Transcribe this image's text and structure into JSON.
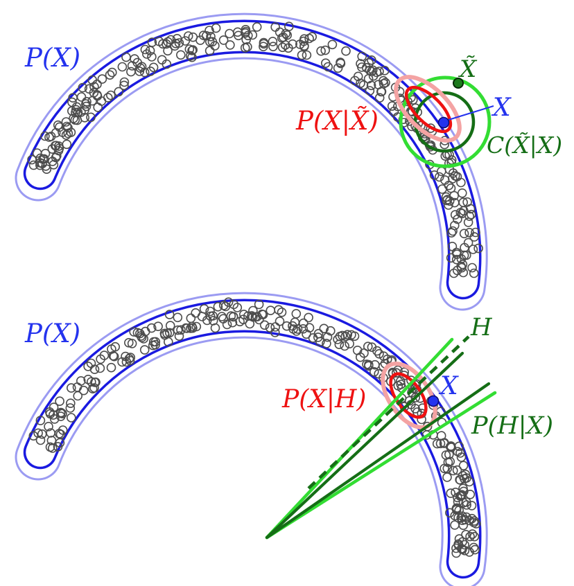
{
  "figure": {
    "description": "Two-panel illustration of prior distribution P(X) (banana-shaped point cloud with density contours), with noisy-observation posterior (top) and linear-measurement posterior (bottom)",
    "background": "#ffffff"
  },
  "colors": {
    "blue_dark": "#1a1ae0",
    "blue_light": "#9b9bf2",
    "blue_label": "#2433ee",
    "red": "#ee1111",
    "pink": "#f4a3a3",
    "green_bright": "#33dd33",
    "green_dark": "#156e16",
    "scatter_stroke": "#4d4d4d"
  },
  "top_panel": {
    "labels": {
      "prior": "P(X)",
      "posterior": "P(X|X̃)",
      "noisy_point": "X̃",
      "clean_point": "X",
      "noise_distribution": "C(X̃|X)"
    }
  },
  "bottom_panel": {
    "labels": {
      "prior": "P(X)",
      "posterior": "P(X|H)",
      "hyperplane": "H",
      "clean_point": "X",
      "likelihood": "P(H|X)"
    }
  },
  "scatter": {
    "marker": "open-circle",
    "count_per_panel": 300
  }
}
